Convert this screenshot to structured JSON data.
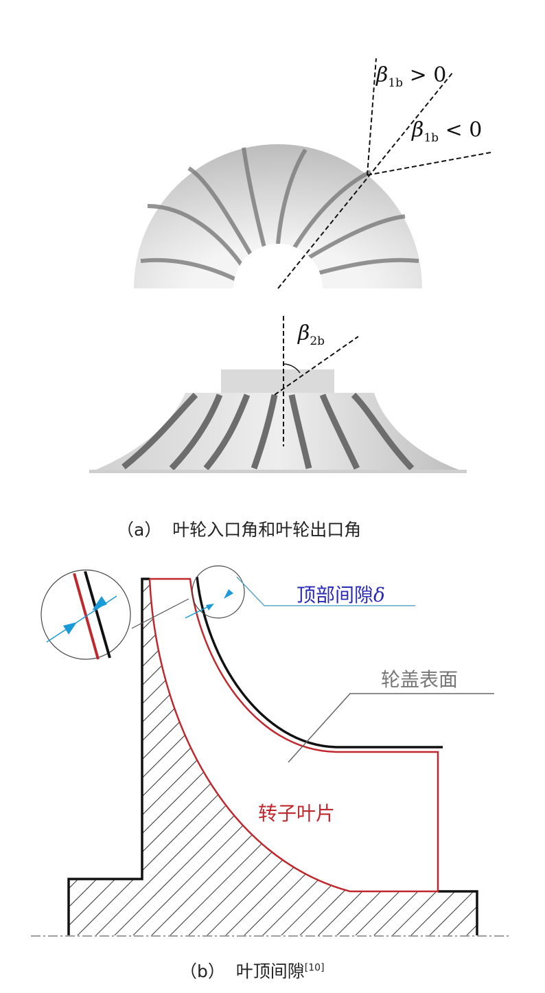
{
  "figure_a": {
    "beta_symbol": "β",
    "label_pos": {
      "sub": "1b",
      "rel": "> 0"
    },
    "label_neg": {
      "sub": "1b",
      "rel": "< 0"
    },
    "label_out": {
      "sub": "2b"
    },
    "caption_tag": "（a）",
    "caption_text": "叶轮入口角和叶轮出口角"
  },
  "figure_b": {
    "tip_clearance_label": "顶部间隙",
    "delta_symbol": "δ",
    "shroud_label": "轮盖表面",
    "blade_label": "转子叶片",
    "caption_tag": "（b）",
    "caption_text": "叶顶间隙",
    "caption_ref": "[10]",
    "colors": {
      "blade": "#c0272d",
      "shroud": "#111111",
      "clearance_text": "#2a2ab8",
      "arrow": "#1a9ad6",
      "leader": "#666666"
    }
  }
}
